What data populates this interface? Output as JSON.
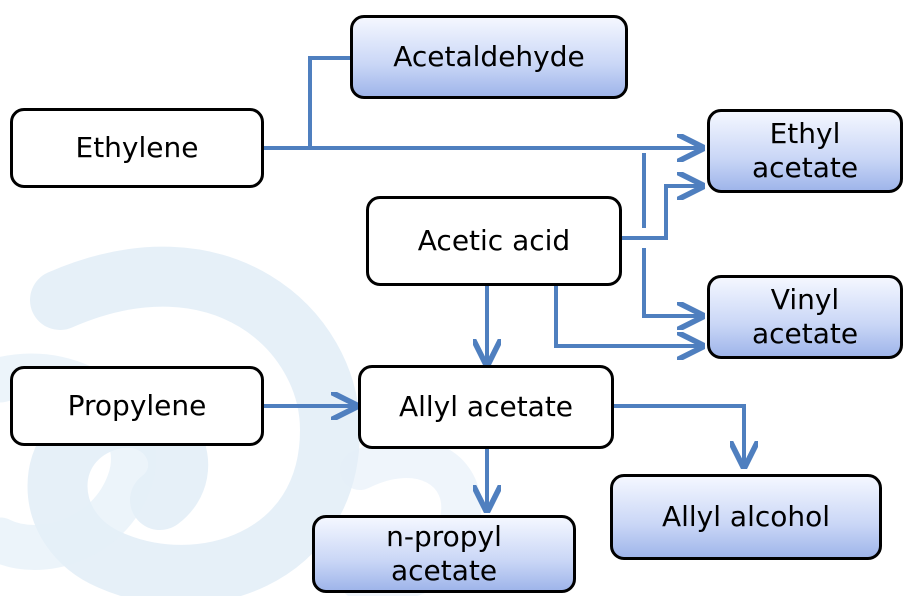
{
  "colors": {
    "arrow": "#4f7fbf",
    "border": "#000000",
    "product_fill_top": "#f4f7ff",
    "product_fill_bottom": "#9fb5ea",
    "watermark": "#dbe9f5"
  },
  "nodes": {
    "ethylene": "Ethylene",
    "acetaldehyde": "Acetaldehyde",
    "ethyl_acetate": "Ethyl\nacetate",
    "acetic_acid": "Acetic acid",
    "vinyl_acetate": "Vinyl\nacetate",
    "propylene": "Propylene",
    "allyl_acetate": "Allyl acetate",
    "allyl_alcohol": "Allyl alcohol",
    "n_propyl_acetate": "n-propyl\nacetate"
  }
}
